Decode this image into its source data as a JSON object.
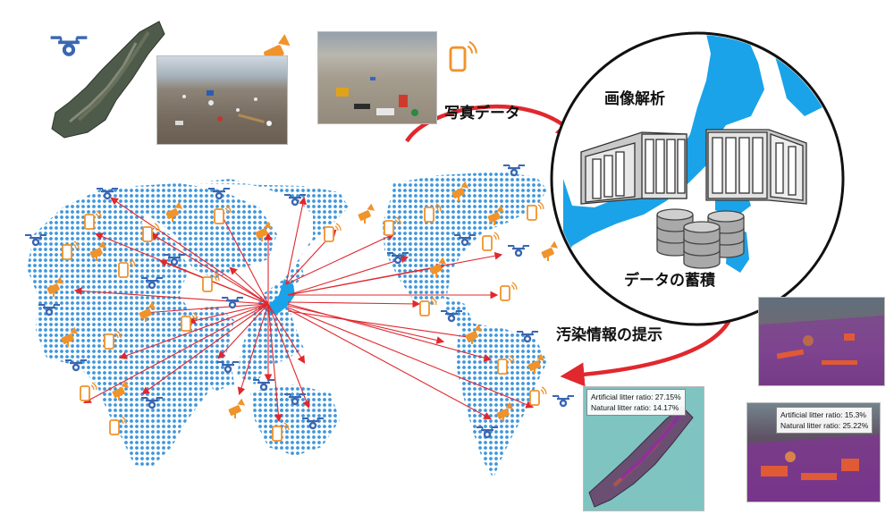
{
  "labels": {
    "photo_data": "写真データ",
    "image_analysis": "画像解析",
    "data_storage": "データの蓄積",
    "pollution_info": "汚染情報の提示"
  },
  "results": {
    "upper": {
      "artificial": "Artificial litter ratio: 27.15%",
      "natural": "Natural litter ratio: 14.17%"
    },
    "lower": {
      "artificial": "Artificial litter ratio: 15.3%",
      "natural": "Natural litter ratio: 25.22%"
    }
  },
  "colors": {
    "arrow_red": "#e0282e",
    "map_blue": "#3f97dc",
    "drone_blue": "#3a67b1",
    "device_orange": "#f0932b",
    "japan_blue": "#1aa3e8",
    "segmentation_purple": "#8a2fa0"
  },
  "icons": [
    "drone-icon",
    "camera-icon",
    "smartphone-icon",
    "server-icon",
    "database-icon"
  ]
}
